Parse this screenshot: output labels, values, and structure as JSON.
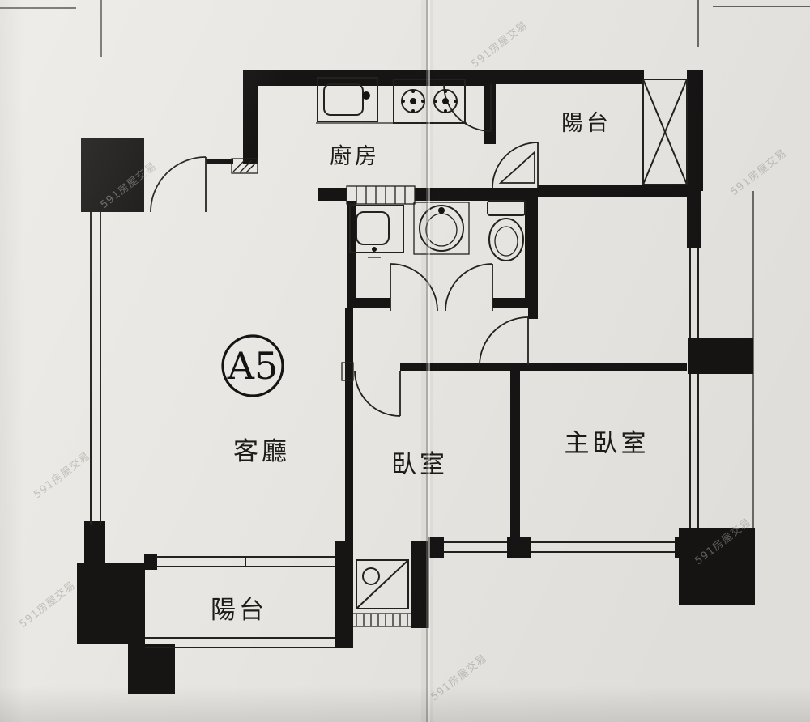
{
  "unit": {
    "label": "A5"
  },
  "rooms": {
    "kitchen": "廚房",
    "balcony_top": "陽台",
    "living": "客廳",
    "bedroom": "臥室",
    "master": "主臥室",
    "balcony_bottom": "陽台"
  },
  "watermark": {
    "text": "591房屋交易"
  },
  "colors": {
    "paper": "#eae8e4",
    "ink": "#161514",
    "watermark": "#a29d94"
  }
}
